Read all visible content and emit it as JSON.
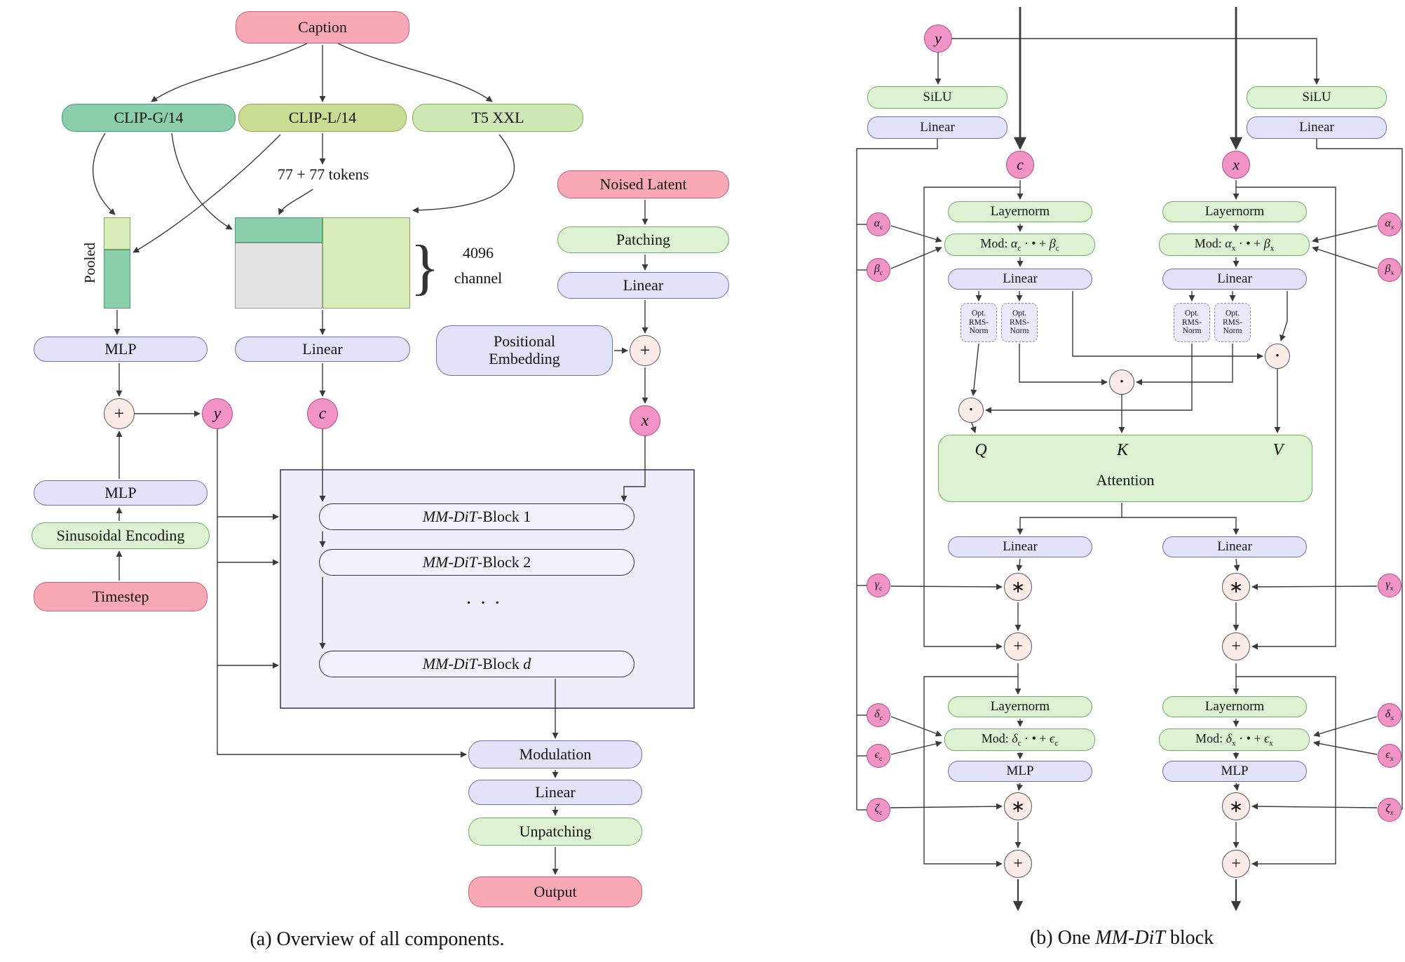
{
  "labels": {
    "linear": "Linear",
    "layernorm": "Layernorm",
    "mlp": "MLP",
    "silu": "SiLU",
    "plus": "+",
    "ast": "∗",
    "attention": "Attention",
    "q": "Q",
    "k": "K",
    "v": "V"
  },
  "panel_a": {
    "caption_node": "Caption",
    "clip_g": "CLIP-G/14",
    "clip_l": "CLIP-L/14",
    "t5": "T5 XXL",
    "tokens_label": "77 + 77 tokens",
    "pooled": "Pooled",
    "brace": "}",
    "channel_1": "4096",
    "channel_2": "channel",
    "noised_latent": "Noised Latent",
    "patching": "Patching",
    "positional_1": "Positional",
    "positional_2": "Embedding",
    "sinusoidal": "Sinusoidal Encoding",
    "timestep": "Timestep",
    "modulation": "Modulation",
    "unpatching": "Unpatching",
    "output": "Output",
    "dots": "· · ·",
    "x": "x",
    "y": "y",
    "c": "c",
    "blocks": [
      {
        "prefix": "MM-DiT",
        "suffix": "-Block 1",
        "var": ""
      },
      {
        "prefix": "MM-DiT",
        "suffix": "-Block 2",
        "var": ""
      },
      {
        "prefix": "MM-DiT",
        "suffix": "-Block ",
        "var": "d"
      }
    ],
    "caption": "(a) Overview of all components."
  },
  "panel_b": {
    "y": "y",
    "c": "c",
    "x": "x",
    "odot": "•",
    "mod_attn_c": {
      "pre": "Mod: ",
      "v1": "α",
      "s1": "c",
      "mid": " · • + ",
      "v2": "β",
      "s2": "c"
    },
    "mod_attn_x": {
      "pre": "Mod: ",
      "v1": "α",
      "s1": "x",
      "mid": " · • + ",
      "v2": "β",
      "s2": "x"
    },
    "mod_mlp_c": {
      "pre": "Mod: ",
      "v1": "δ",
      "s1": "c",
      "mid": " · • + ",
      "v2": "ϵ",
      "s2": "c"
    },
    "mod_mlp_x": {
      "pre": "Mod: ",
      "v1": "δ",
      "s1": "x",
      "mid": " · • + ",
      "v2": "ϵ",
      "s2": "x"
    },
    "rms": {
      "l1": "Opt.",
      "l2": "RMS-",
      "l3": "Norm"
    },
    "greek_left": [
      {
        "letter": "α",
        "sub": "c"
      },
      {
        "letter": "β",
        "sub": "c"
      },
      {
        "letter": "γ",
        "sub": "c"
      },
      {
        "letter": "δ",
        "sub": "c"
      },
      {
        "letter": "ϵ",
        "sub": "c"
      },
      {
        "letter": "ζ",
        "sub": "c"
      }
    ],
    "greek_right": [
      {
        "letter": "α",
        "sub": "x"
      },
      {
        "letter": "β",
        "sub": "x"
      },
      {
        "letter": "γ",
        "sub": "x"
      },
      {
        "letter": "δ",
        "sub": "x"
      },
      {
        "letter": "ϵ",
        "sub": "x"
      },
      {
        "letter": "ζ",
        "sub": "x"
      }
    ],
    "caption": {
      "pre": "(b) One ",
      "it": "MM-DiT",
      "post": " block"
    }
  }
}
